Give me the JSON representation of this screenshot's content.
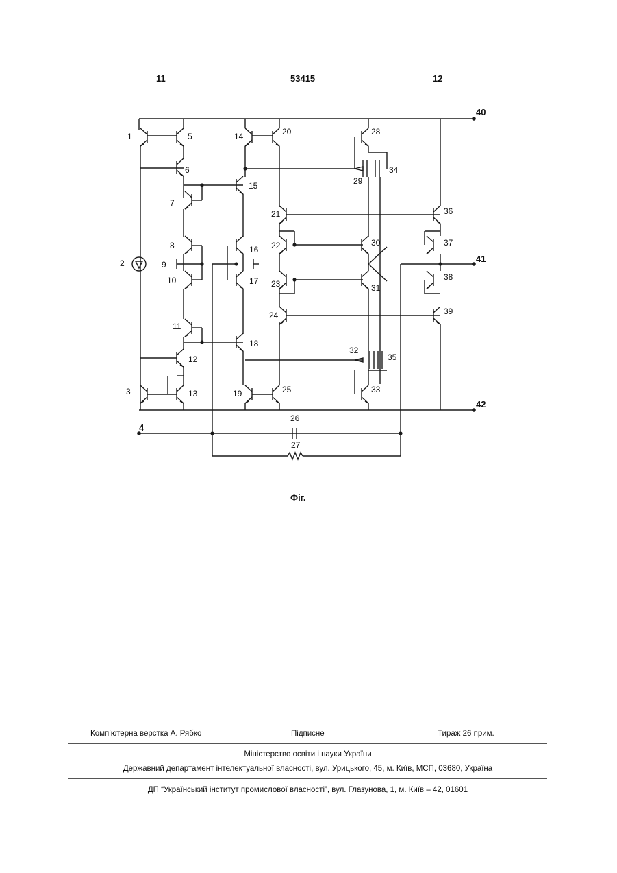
{
  "header": {
    "left_page": "11",
    "patent_number": "53415",
    "right_page": "12"
  },
  "figure": {
    "caption": "Фіг.",
    "component_labels": [
      "1",
      "2",
      "3",
      "4",
      "5",
      "6",
      "7",
      "8",
      "9",
      "10",
      "11",
      "12",
      "13",
      "14",
      "15",
      "16",
      "17",
      "18",
      "19",
      "20",
      "21",
      "22",
      "23",
      "24",
      "25",
      "26",
      "27",
      "28",
      "29",
      "30",
      "31",
      "32",
      "33",
      "34",
      "35",
      "36",
      "37",
      "38",
      "39",
      "40",
      "41",
      "42"
    ]
  },
  "footer": {
    "layout": "Комп’ютерна верстка А. Рябко",
    "signed": "Підписне",
    "circulation": "Тираж 26 прим.",
    "ministry": "Міністерство освіти і науки України",
    "department": "Державний департамент інтелектуальної власності, вул. Урицького, 45, м. Київ, МСП, 03680, Україна",
    "press": "ДП “Український інститут промислової власності”, вул. Глазунова, 1, м. Київ – 42, 01601"
  }
}
